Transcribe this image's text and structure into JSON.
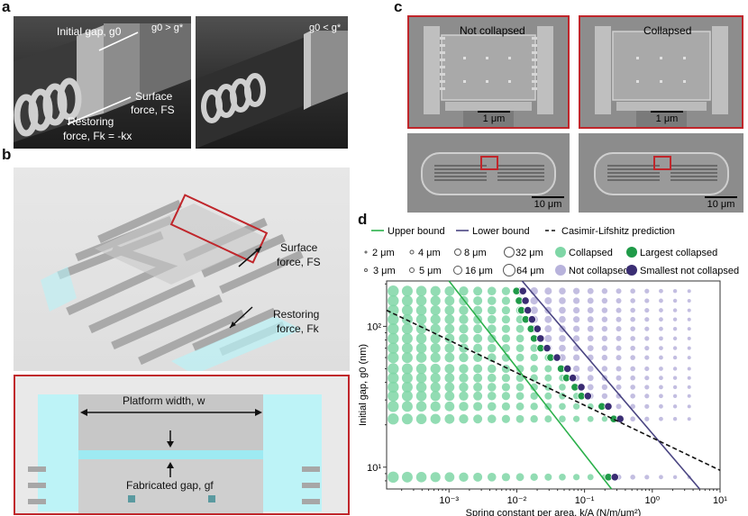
{
  "panels": {
    "a": "a",
    "b": "b",
    "c": "c",
    "d": "d"
  },
  "panel_a": {
    "left_condition": "g0 > g*",
    "right_condition": "g0 < g*",
    "initial_gap": "Initial gap, g0",
    "surface_force_1": "Surface",
    "surface_force_2": "force, FS",
    "restoring_1": "Restoring",
    "restoring_2": "force, Fk = -kx"
  },
  "panel_b": {
    "surface_force_1": "Surface",
    "surface_force_2": "force, FS",
    "restoring_1": "Restoring",
    "restoring_2": "force, Fk",
    "platform_width": "Platform width, w",
    "fabricated_gap": "Fabricated gap, gf"
  },
  "panel_c": {
    "left_title": "Not collapsed",
    "right_title": "Collapsed",
    "scale_1um": "1 μm",
    "scale_10um": "10 μm"
  },
  "colors": {
    "collapsed": "#7fd6a6",
    "largest_collapsed": "#1f9a48",
    "not_collapsed": "#b8b3dc",
    "smallest_not_collapsed": "#3a2d73",
    "upper_bound": "#2ab04a",
    "lower_bound": "#4a4582",
    "red_frame": "#c0262b"
  },
  "chart_data": {
    "type": "scatter",
    "xlabel": "Spring constant per area, k/A (N/m/μm²)",
    "ylabel": "Initial gap, g0 (nm)",
    "xscale": "log",
    "yscale": "log",
    "xlim": [
      0.00012,
      10
    ],
    "ylim": [
      7,
      210
    ],
    "xticks": [
      "10⁻³",
      "10⁻²",
      "10⁻¹",
      "10⁰",
      "10¹"
    ],
    "yticks": [
      "10¹",
      "10²"
    ],
    "legend": {
      "lines": [
        "Upper bound",
        "Lower bound",
        "Casimir-Lifshitz prediction"
      ],
      "sizes_row1": [
        "2 μm",
        "4 μm",
        "8 μm",
        "32 μm"
      ],
      "sizes_row2": [
        "3 μm",
        "5 μm",
        "16 μm",
        "64 μm"
      ],
      "markers": [
        "Collapsed",
        "Largest collapsed",
        "Not collapsed",
        "Smallest not collapsed"
      ]
    },
    "gap_rows": [
      8.5,
      22,
      27,
      32,
      37,
      43,
      50,
      60,
      70,
      82,
      96,
      112,
      130,
      152,
      178
    ],
    "series": [
      {
        "name": "Upper bound",
        "x": [
          0.001,
          0.25
        ],
        "y": [
          210,
          7
        ]
      },
      {
        "name": "Lower bound",
        "x": [
          0.012,
          5
        ],
        "y": [
          210,
          7
        ]
      },
      {
        "name": "Casimir-Lifshitz prediction",
        "x": [
          0.00012,
          10
        ],
        "y": [
          130,
          9.5
        ]
      }
    ],
    "collapse_threshold_x": [
      0.25,
      0.3,
      0.2,
      0.1,
      0.08,
      0.06,
      0.05,
      0.035,
      0.025,
      0.02,
      0.018,
      0.015,
      0.013,
      0.012,
      0.011
    ]
  }
}
